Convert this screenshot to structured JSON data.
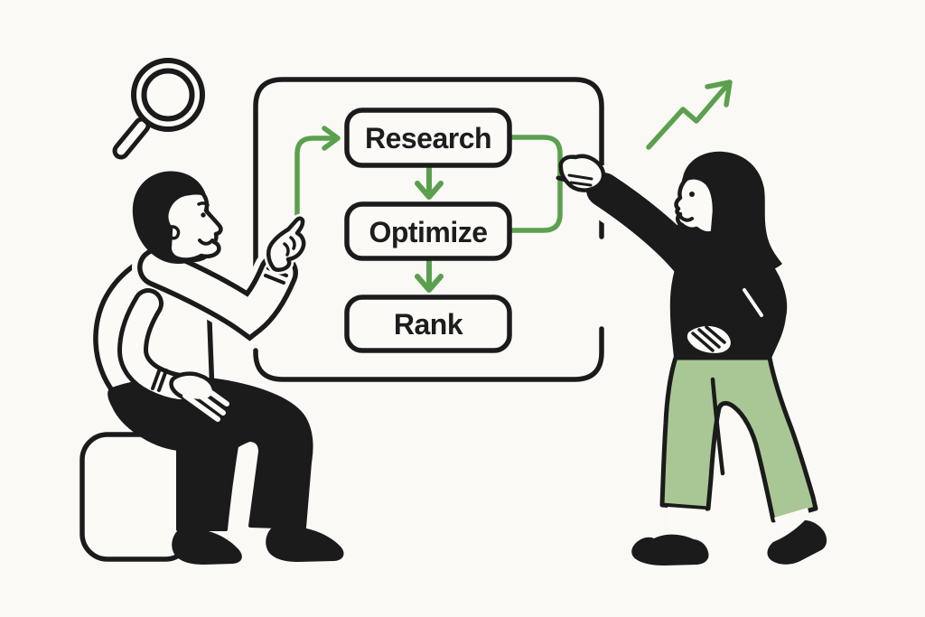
{
  "palette": {
    "background": "#faf9f5",
    "ink": "#1b1b1b",
    "accent_green": "#5ba04e",
    "pants_green": "#a9c795",
    "paper_white": "#fbfaf7"
  },
  "whiteboard": {
    "steps": [
      {
        "label": "Research"
      },
      {
        "label": "Optimize"
      },
      {
        "label": "Rank"
      }
    ],
    "connectors": [
      "arrow-into-research",
      "arrow-research-to-optimize",
      "feedback-loop-research-to-optimize",
      "arrow-optimize-to-rank"
    ]
  },
  "icons": [
    {
      "name": "magnifying-glass-icon",
      "meaning": "search"
    },
    {
      "name": "growth-arrow-icon",
      "meaning": "upward trend"
    }
  ],
  "figures": [
    {
      "name": "man-figure",
      "pose": "seated on cube, pointing at flowchart",
      "shirt": "white",
      "pants": "black"
    },
    {
      "name": "woman-figure",
      "pose": "standing, drawing on whiteboard",
      "top": "black",
      "pants": "green"
    }
  ]
}
